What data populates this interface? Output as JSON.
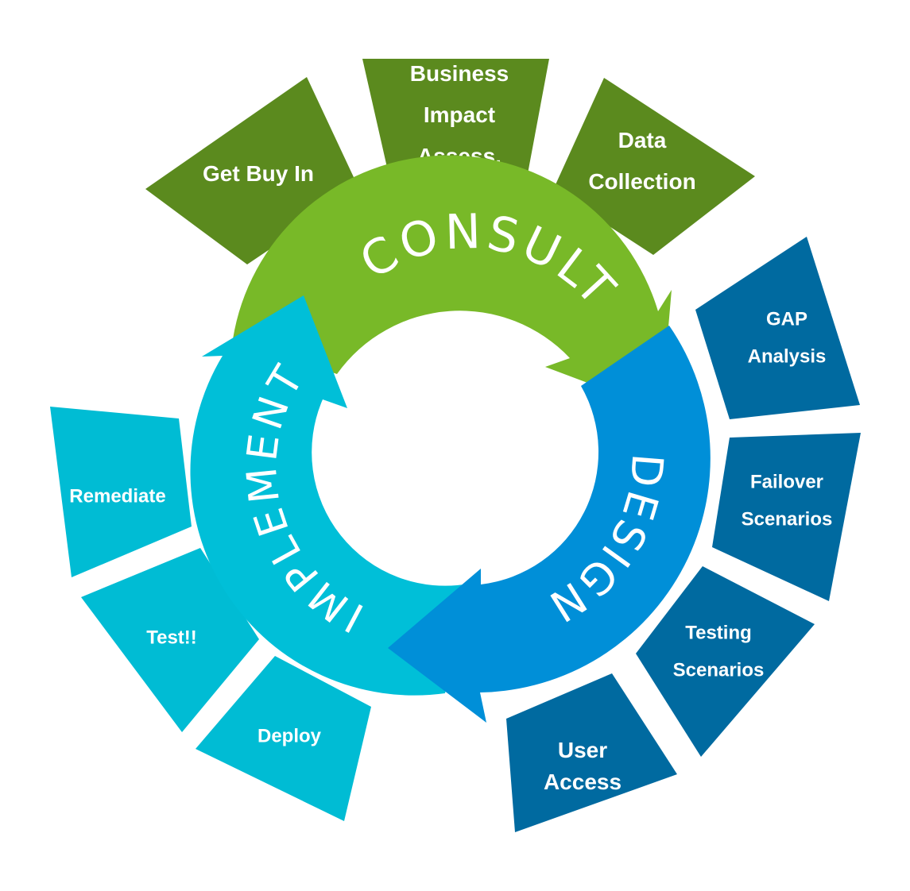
{
  "colors": {
    "consult_outer": "#5B8A1E",
    "consult_arrow": "#78B928",
    "design_outer": "#006AA0",
    "design_arrow": "#008FD8",
    "implement_outer": "#00BCD4",
    "implement_arrow": "#00BFD8",
    "text": "#FFFFFF",
    "background": "#FFFFFF"
  },
  "phases": {
    "consult": "CONSULT",
    "design": "DESIGN",
    "implement": "IMPLEMENT"
  },
  "segments": [
    {
      "id": "get-buy-in",
      "group": "consult",
      "lines": [
        "Get Buy In"
      ]
    },
    {
      "id": "business-impact",
      "group": "consult",
      "lines": [
        "Business",
        "Impact",
        "Assess."
      ]
    },
    {
      "id": "data-collection",
      "group": "consult",
      "lines": [
        "Data",
        "Collection"
      ]
    },
    {
      "id": "gap-analysis",
      "group": "design",
      "lines": [
        "GAP",
        "Analysis"
      ]
    },
    {
      "id": "failover-scenarios",
      "group": "design",
      "lines": [
        "Failover",
        "Scenarios"
      ]
    },
    {
      "id": "testing-scenarios",
      "group": "design",
      "lines": [
        "Testing",
        "Scenarios"
      ]
    },
    {
      "id": "user-access",
      "group": "design",
      "lines": [
        "User",
        "Access"
      ]
    },
    {
      "id": "deploy",
      "group": "implement",
      "lines": [
        "Deploy"
      ]
    },
    {
      "id": "test",
      "group": "implement",
      "lines": [
        "Test!!"
      ]
    },
    {
      "id": "remediate",
      "group": "implement",
      "lines": [
        "Remediate"
      ]
    }
  ]
}
